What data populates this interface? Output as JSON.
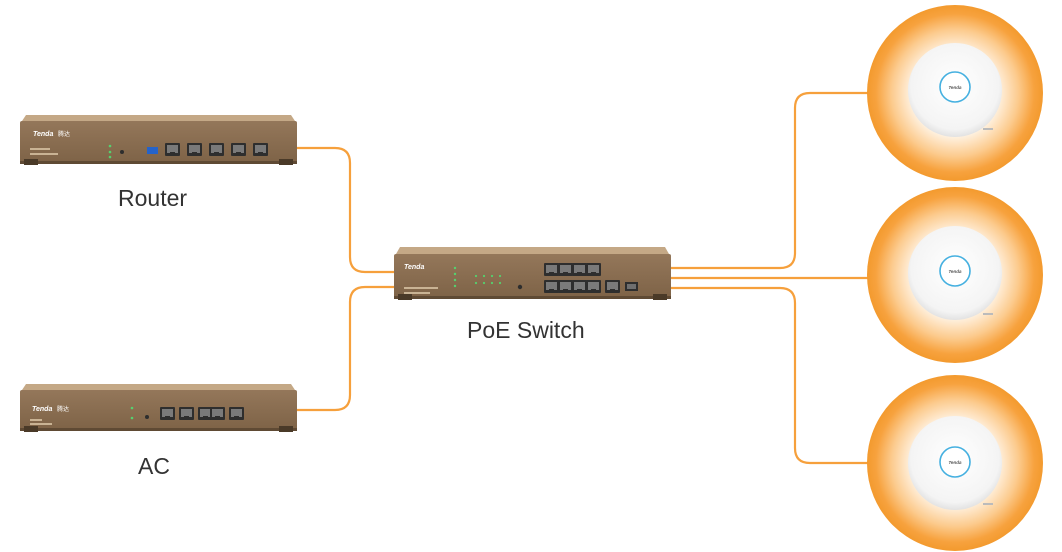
{
  "labels": {
    "router": "Router",
    "poe_switch": "PoE Switch",
    "ac": "AC"
  },
  "brand": {
    "name": "Tenda",
    "local_name": "腾达"
  },
  "colors": {
    "cable": "#F6A03C",
    "device_body": "#9A7E5E",
    "device_front": "#8C6F4F",
    "ap_glow": "#F7A23E",
    "ap_disc": "#FFFFFF",
    "ap_ring": "#45B0E0",
    "label_text": "#333333"
  },
  "icons": [
    "router-device-icon",
    "ac-device-icon",
    "poe-switch-device-icon",
    "access-point-icon"
  ]
}
